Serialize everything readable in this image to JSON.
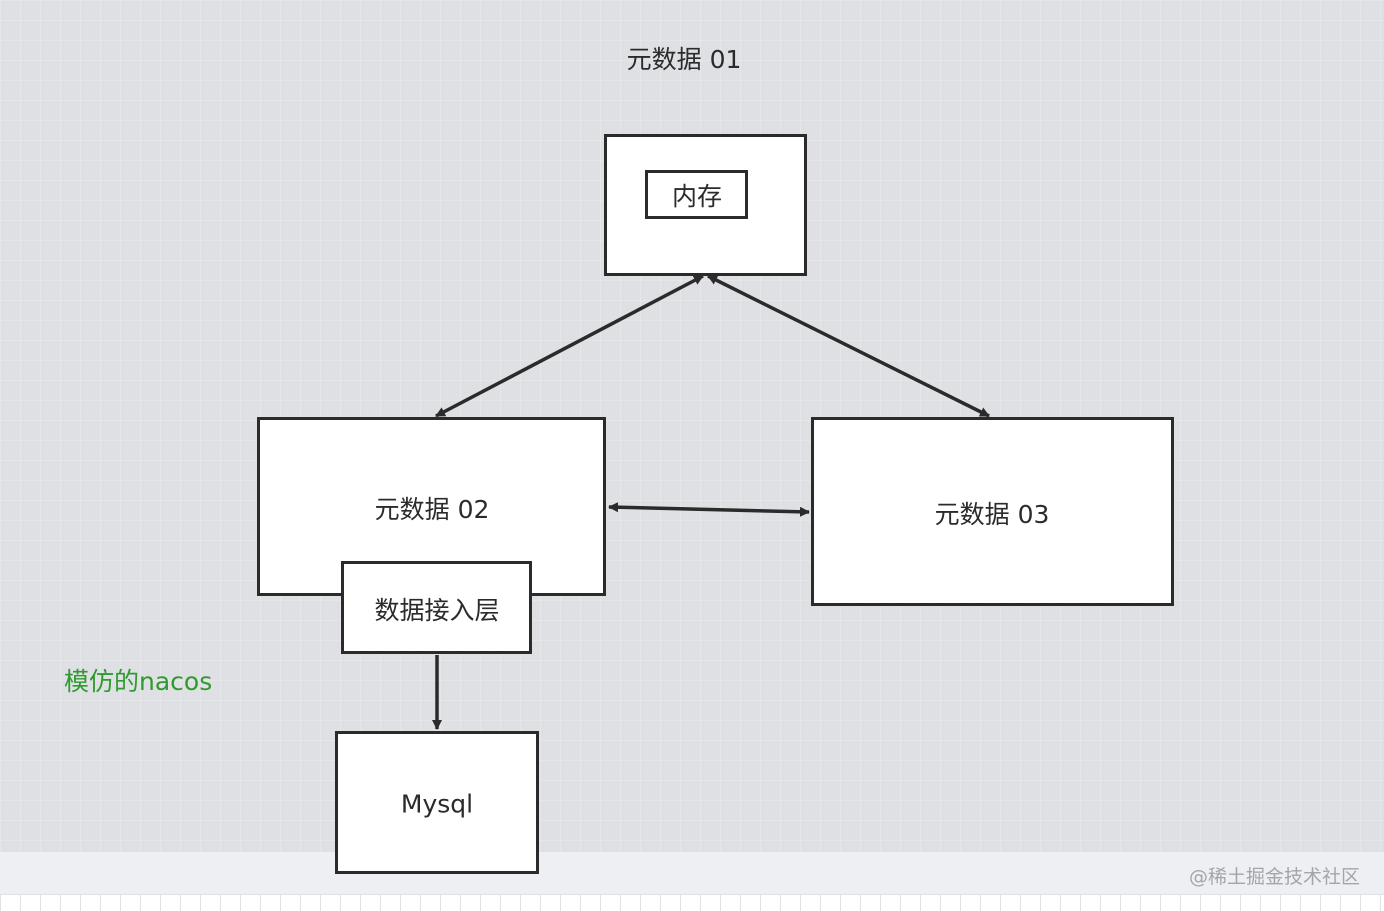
{
  "diagram": {
    "top_title": "元数据 01",
    "memory_label": "内存",
    "node2_label": "元数据 02",
    "node3_label": "元数据 03",
    "access_layer_label": "数据接入层",
    "mysql_label": "Mysql",
    "note": "模仿的nacos"
  },
  "watermark": "@稀土掘金技术社区",
  "colors": {
    "stroke": "#2b2b2b",
    "note": "#2f9a2f",
    "watermark": "#a3a5aa"
  }
}
